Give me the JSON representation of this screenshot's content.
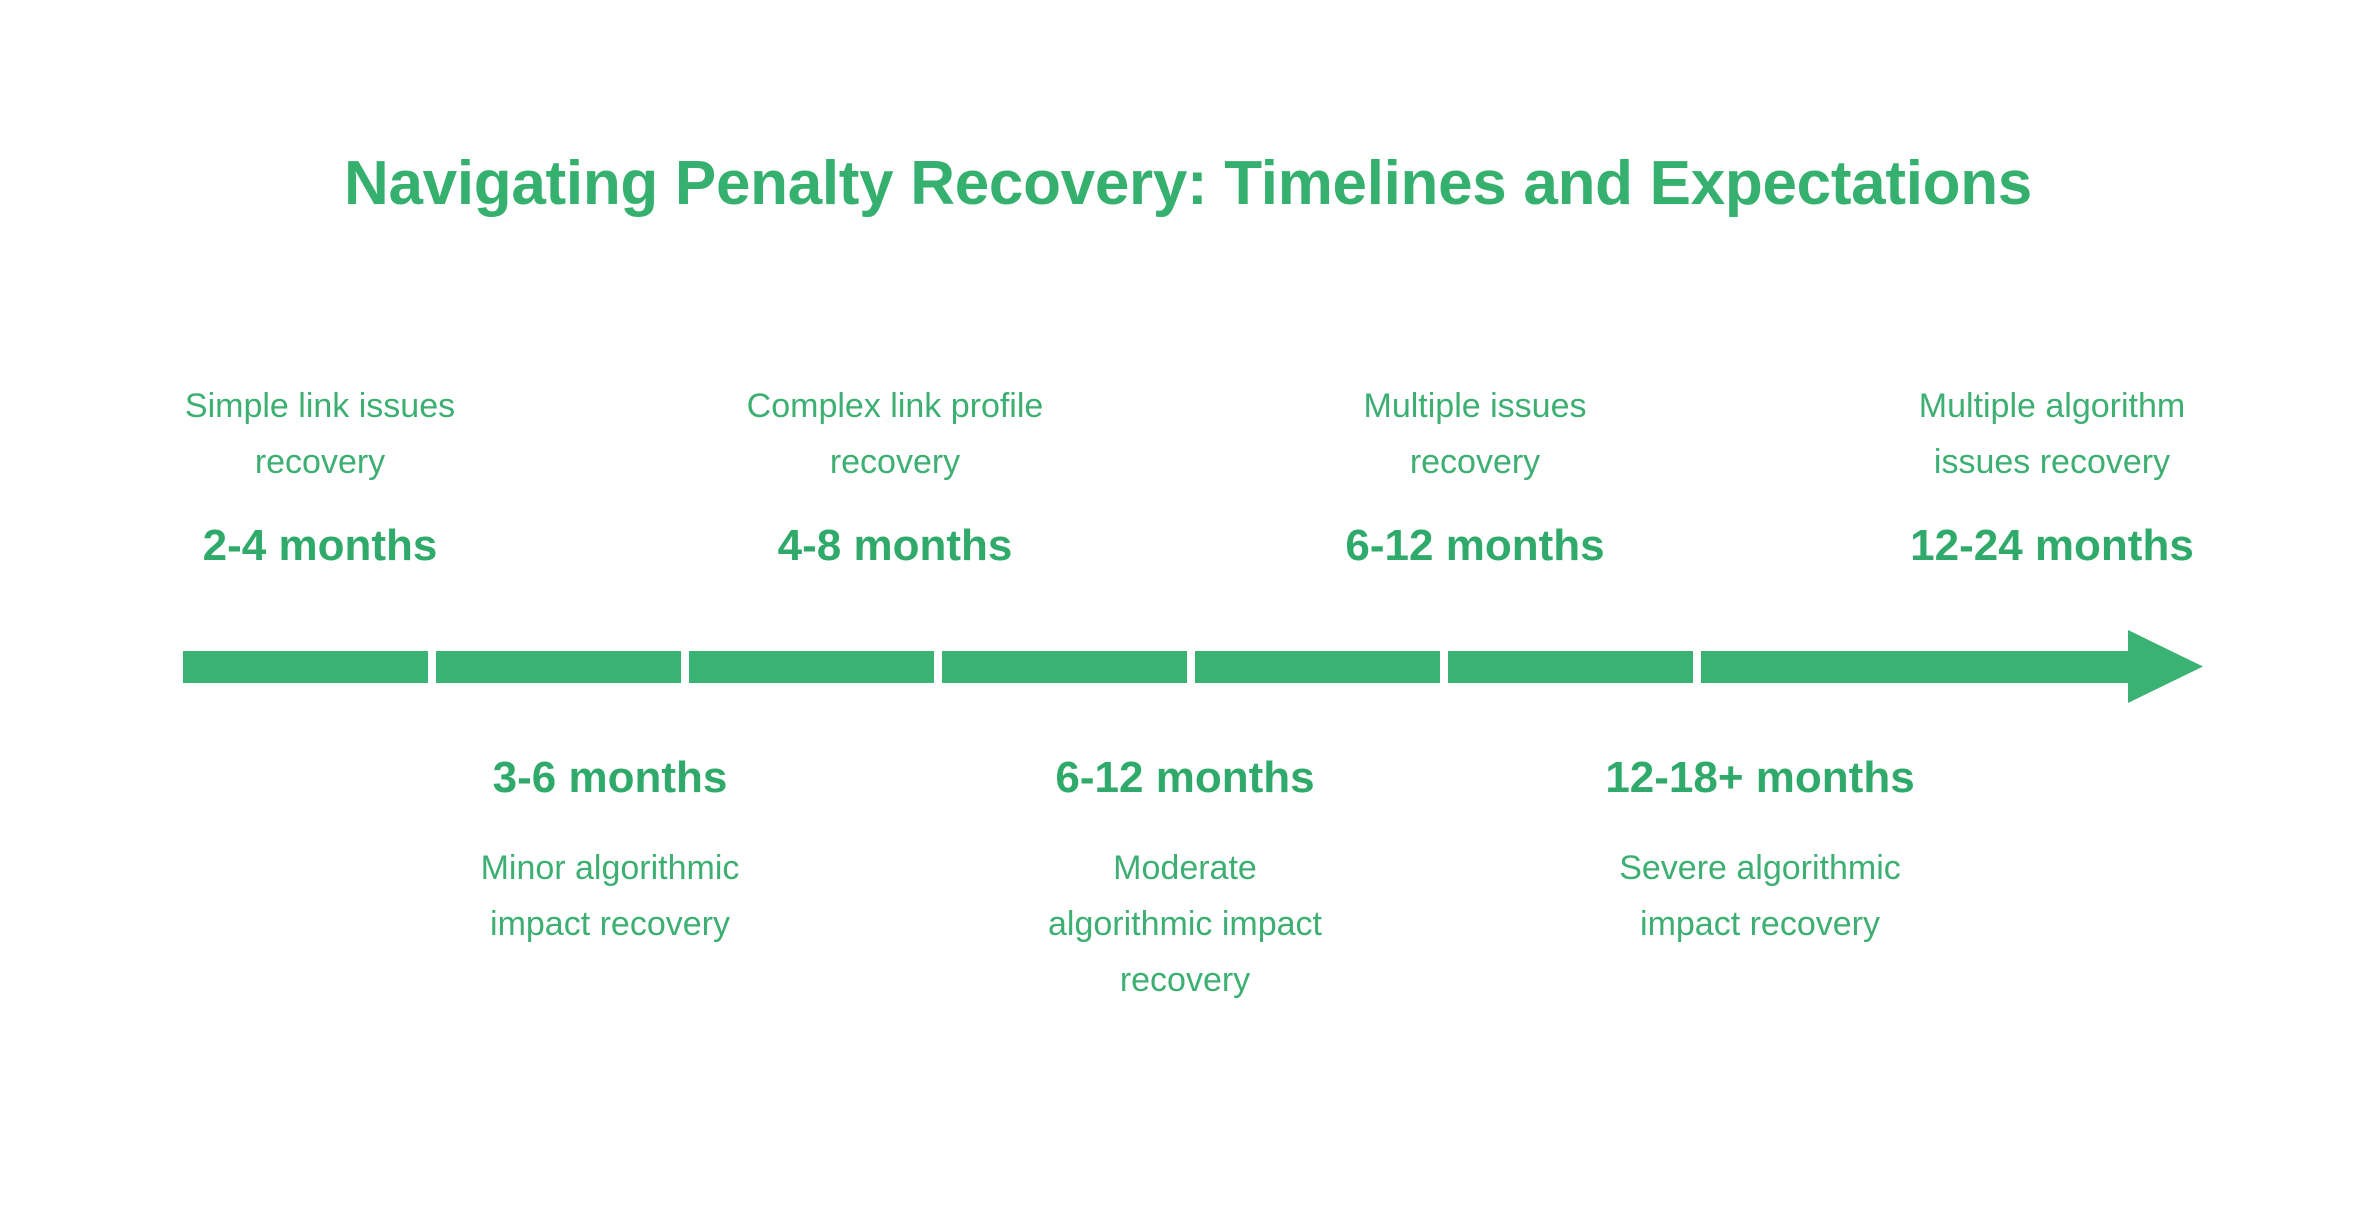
{
  "title": "Navigating Penalty Recovery: Timelines and Expectations",
  "colors": {
    "brand_green": "#35b06e",
    "bar_green": "#3ab273",
    "text_green": "#3daf72",
    "duration_green": "#2faa6a",
    "background": "#ffffff"
  },
  "timeline": {
    "segment_count": 7,
    "arrow_direction": "right",
    "arrow_label": "timeline-arrow"
  },
  "top_markers": [
    {
      "desc_lines": [
        "Simple link issues",
        "recovery"
      ],
      "duration": "2-4 months"
    },
    {
      "desc_lines": [
        "Complex link profile",
        "recovery"
      ],
      "duration": "4-8 months"
    },
    {
      "desc_lines": [
        "Multiple issues",
        "recovery"
      ],
      "duration": "6-12 months"
    },
    {
      "desc_lines": [
        "Multiple algorithm",
        "issues recovery"
      ],
      "duration": "12-24 months"
    }
  ],
  "bottom_markers": [
    {
      "duration": "3-6 months",
      "desc_lines": [
        "Minor algorithmic",
        "impact recovery"
      ]
    },
    {
      "duration": "6-12 months",
      "desc_lines": [
        "Moderate",
        "algorithmic impact",
        "recovery"
      ]
    },
    {
      "duration": "12-18+ months",
      "desc_lines": [
        "Severe algorithmic",
        "impact recovery"
      ]
    }
  ],
  "chart_data": {
    "type": "timeline",
    "title": "Navigating Penalty Recovery: Timelines and Expectations",
    "orientation": "horizontal",
    "segments": 7,
    "above_axis": [
      {
        "label": "Simple link issues recovery",
        "duration": "2-4 months",
        "min_months": 2,
        "max_months": 4
      },
      {
        "label": "Complex link profile recovery",
        "duration": "4-8 months",
        "min_months": 4,
        "max_months": 8
      },
      {
        "label": "Multiple issues recovery",
        "duration": "6-12 months",
        "min_months": 6,
        "max_months": 12
      },
      {
        "label": "Multiple algorithm issues recovery",
        "duration": "12-24 months",
        "min_months": 12,
        "max_months": 24
      }
    ],
    "below_axis": [
      {
        "label": "Minor algorithmic impact recovery",
        "duration": "3-6 months",
        "min_months": 3,
        "max_months": 6
      },
      {
        "label": "Moderate algorithmic impact recovery",
        "duration": "6-12 months",
        "min_months": 6,
        "max_months": 12
      },
      {
        "label": "Severe algorithmic impact recovery",
        "duration": "12-18+ months",
        "min_months": 12,
        "max_months": 18
      }
    ]
  }
}
